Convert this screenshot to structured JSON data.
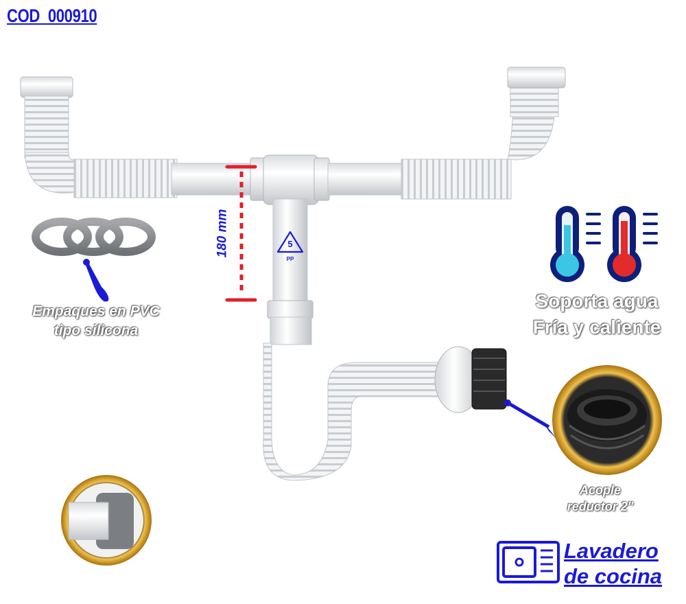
{
  "product_code": "COD_000910",
  "measurement": "180 mm",
  "recycle_mark": {
    "number": "5",
    "material": "PP"
  },
  "packing_label": {
    "line1": "Empaques en PVC",
    "line2": "tipo silicona"
  },
  "temperature_label": {
    "line1": "Soporta agua",
    "line2": "Fría y caliente"
  },
  "reducer_label": {
    "line1": "Acople",
    "line2": "reductor 2\""
  },
  "product_name": {
    "line1": "Lavadero",
    "line2": "de cocina"
  },
  "icons": [
    "thermometer-cold-icon",
    "thermometer-hot-icon",
    "kitchen-sink-icon",
    "recycle-icon"
  ],
  "colors": {
    "brand_blue": "#1a1ad6",
    "measure_red": "#e0202a",
    "cold": "#3bc6e6",
    "hot": "#e42b2b",
    "ring_gold": "#d9a11e"
  }
}
